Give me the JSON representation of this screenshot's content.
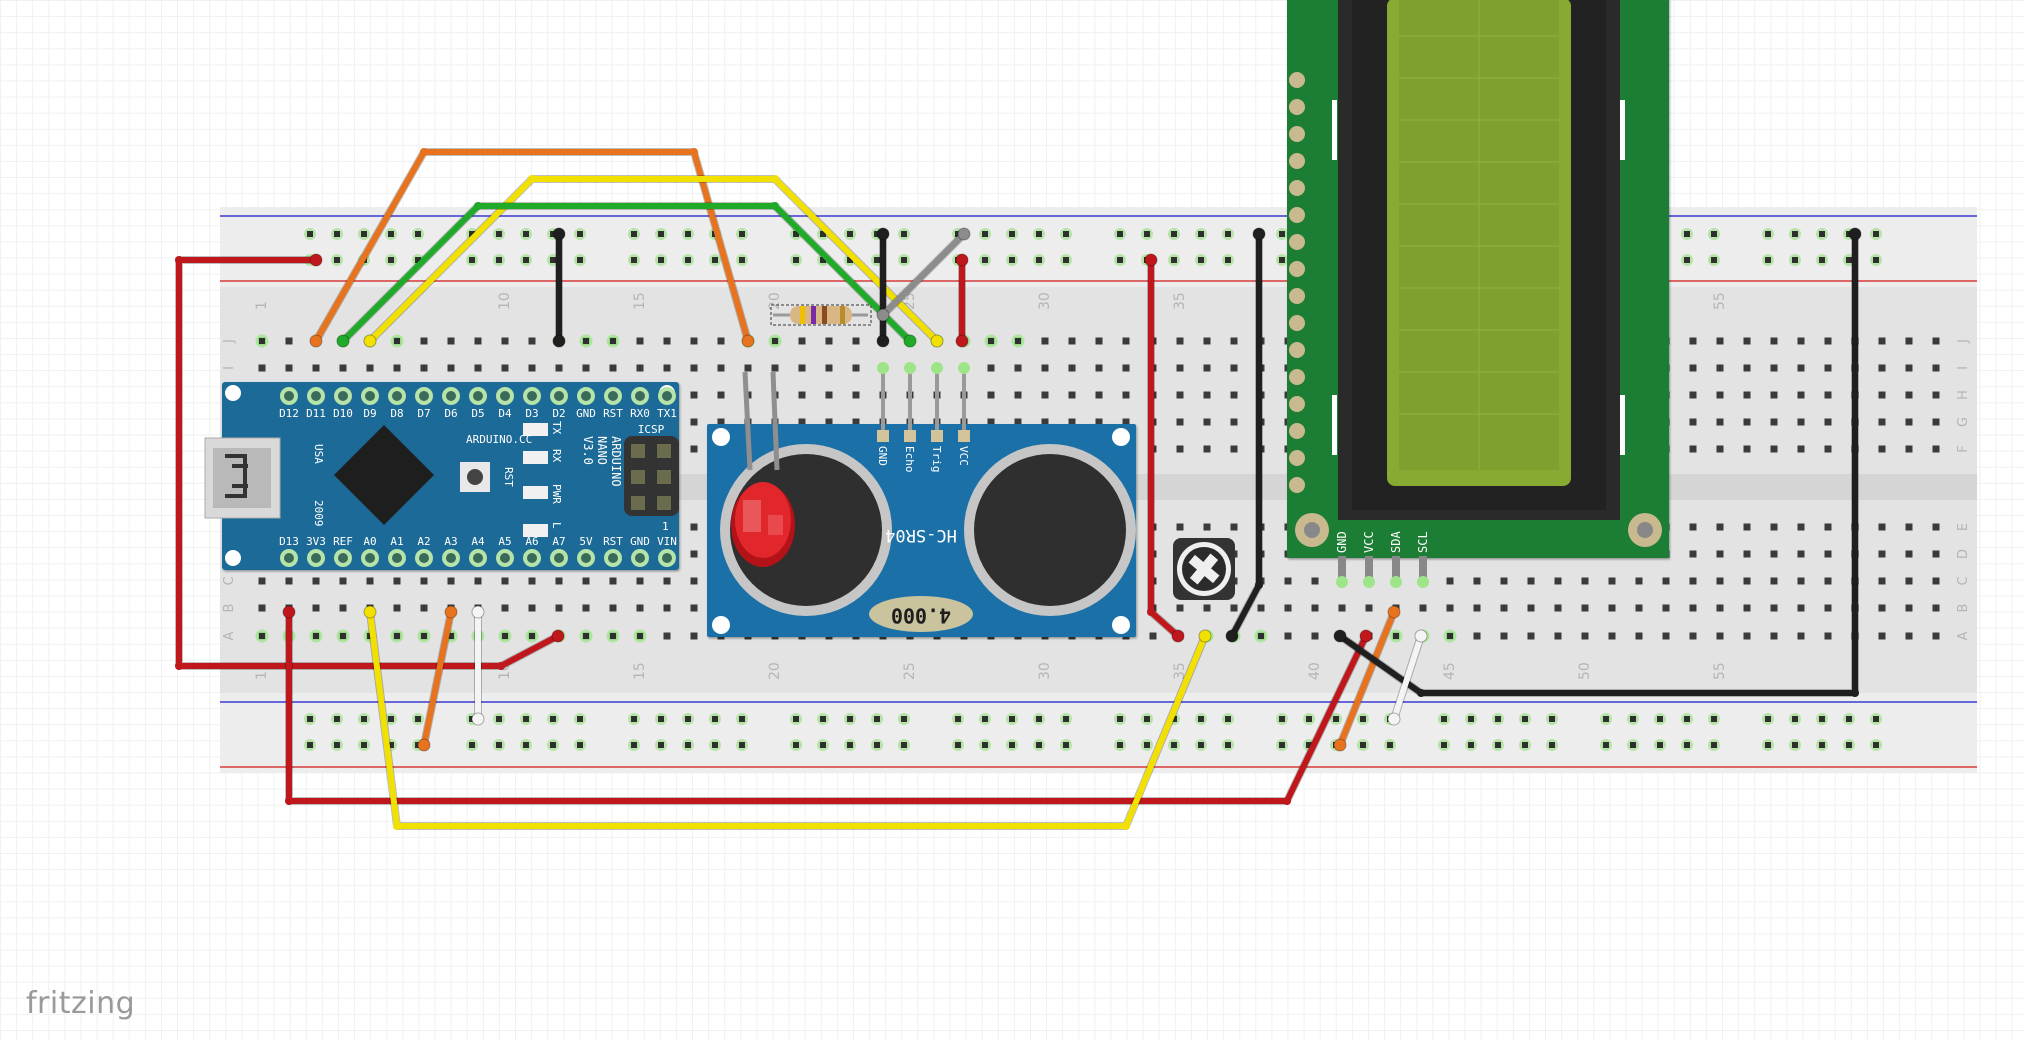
{
  "brand": "fritzing",
  "breadboard": {
    "column_numbers": [
      "1",
      "10",
      "15",
      "20",
      "25",
      "30",
      "35",
      "40",
      "45",
      "50",
      "55"
    ],
    "row_letters_top": [
      "J",
      "I",
      "H",
      "G",
      "F"
    ],
    "row_letters_bottom": [
      "E",
      "D",
      "C",
      "B",
      "A"
    ]
  },
  "arduino": {
    "top_pins": [
      "D12",
      "D11",
      "D10",
      "D9",
      "D8",
      "D7",
      "D6",
      "D5",
      "D4",
      "D3",
      "D2",
      "GND",
      "RST",
      "RX0",
      "TX1"
    ],
    "bottom_pins": [
      "D13",
      "3V3",
      "REF",
      "A0",
      "A1",
      "A2",
      "A3",
      "A4",
      "A5",
      "A6",
      "A7",
      "5V",
      "RST",
      "GND",
      "VIN"
    ],
    "name_lines": [
      "ARDUINO",
      "NANO",
      "V3.0"
    ],
    "maker": "ARDUINO.CC",
    "led_labels": [
      "TX",
      "RX",
      "PWR",
      "L"
    ],
    "reset_label": "RST",
    "icsp_label": "ICSP",
    "icsp_pin1": "1",
    "usa": "USA",
    "year": "2009"
  },
  "sensor": {
    "pins": [
      "GND",
      "Echo",
      "Trig",
      "VCC"
    ],
    "model": "HC-SR04",
    "crystal": "4.000"
  },
  "lcd": {
    "pins": [
      "GND",
      "VCC",
      "SDA",
      "SCL"
    ]
  },
  "colors": {
    "red": "#c0171d",
    "orange": "#e8731e",
    "yellow": "#f2e100",
    "green": "#1faa2a",
    "black": "#1f1f1f",
    "white": "#f4f4f4",
    "gray": "#8c8c8c",
    "arduino": "#1f6b97",
    "sensor": "#1b6fa8",
    "lcd_pcb": "#1c7d34",
    "lcd_screen": "#88aa33"
  },
  "icons": {
    "potentiometer": "potentiometer-icon",
    "led": "red-led-icon",
    "usb": "mini-usb-connector-icon",
    "chip": "microcontroller-chip-icon"
  }
}
